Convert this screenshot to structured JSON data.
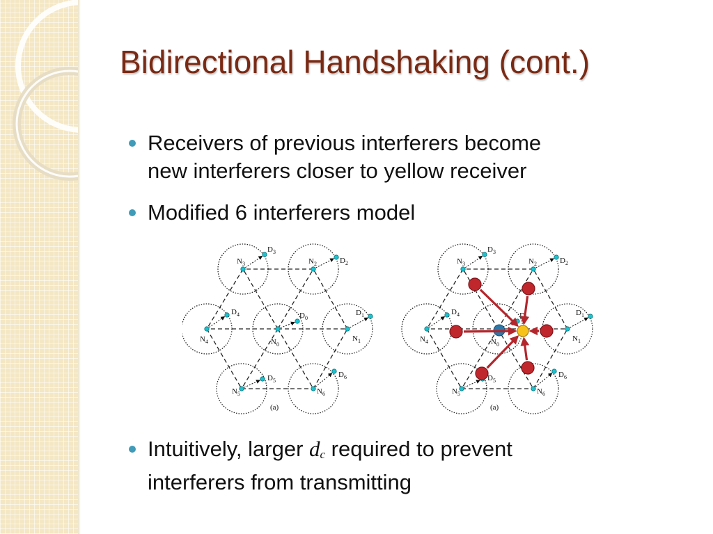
{
  "slide": {
    "title": "Bidirectional Handshaking (cont.)",
    "bullets": [
      {
        "line1": "Receivers of previous interferers become",
        "line2": "new interferers closer to yellow receiver"
      },
      {
        "line1": "Modified 6 interferers model"
      },
      {
        "pre": "Intuitively, larger ",
        "math_base": "d",
        "math_sub": "c",
        "post": " required to prevent",
        "line2": "interferers from transmitting"
      }
    ]
  },
  "figure": {
    "panels": [
      {
        "caption": "(a)",
        "node_labels": [
          {
            "b": "N",
            "s": "0"
          },
          {
            "b": "N",
            "s": "1"
          },
          {
            "b": "N",
            "s": "2"
          },
          {
            "b": "N",
            "s": "3"
          },
          {
            "b": "N",
            "s": "4"
          },
          {
            "b": "N",
            "s": "5"
          },
          {
            "b": "N",
            "s": "6"
          }
        ],
        "dest_labels": [
          {
            "b": "D",
            "s": "0"
          },
          {
            "b": "D",
            "s": "1"
          },
          {
            "b": "D",
            "s": "2"
          },
          {
            "b": "D",
            "s": "3"
          },
          {
            "b": "D",
            "s": "4"
          },
          {
            "b": "D",
            "s": "5"
          },
          {
            "b": "D",
            "s": "6"
          }
        ]
      },
      {
        "caption": "(a)",
        "node_labels": [
          {
            "b": "N",
            "s": "0"
          },
          {
            "b": "N",
            "s": "1"
          },
          {
            "b": "N",
            "s": "2"
          },
          {
            "b": "N",
            "s": "3"
          },
          {
            "b": "N",
            "s": "4"
          },
          {
            "b": "N",
            "s": "5"
          },
          {
            "b": "N",
            "s": "6"
          }
        ],
        "dest_labels": [
          {
            "b": "D",
            "s": "0"
          },
          {
            "b": "D",
            "s": "1"
          },
          {
            "b": "D",
            "s": "2"
          },
          {
            "b": "D",
            "s": "3"
          },
          {
            "b": "D",
            "s": "4"
          },
          {
            "b": "D",
            "s": "5"
          },
          {
            "b": "D",
            "s": "6"
          }
        ]
      }
    ],
    "colors": {
      "node": "#19c3cf",
      "interferer": "#c0272d",
      "yellow_receiver": "#f7c31b",
      "blue_node": "#2e78a8",
      "arrow": "#b3262c"
    }
  },
  "theme": {
    "title_color": "#7a2a14",
    "bullet_color": "#3f9bb7"
  }
}
